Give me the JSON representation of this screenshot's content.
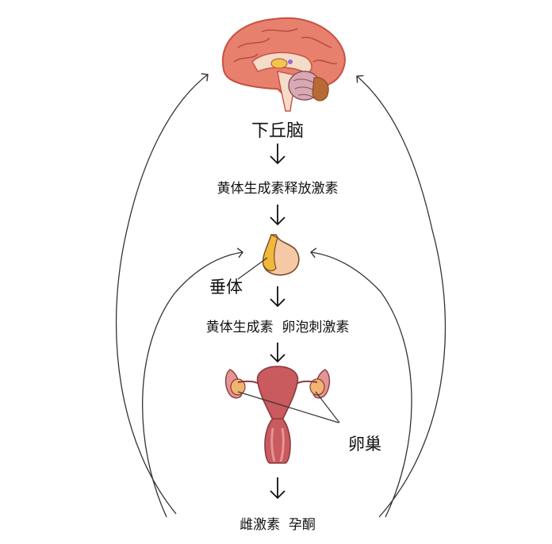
{
  "labels": {
    "hypothalamus": "下丘脑",
    "gnrh": "黄体生成素释放激素",
    "pituitary": "垂体",
    "lh_fsh": "黄体生成素  卵泡刺激素",
    "ovary": "卵巢",
    "estrogen_progesterone": "雌激素  孕酮"
  },
  "colors": {
    "brain": "#e8806e",
    "brain_dark": "#c94f43",
    "pituitary": "#f6c9a6",
    "pituitary_stalk": "#f0b93a",
    "uterus": "#c95a5e",
    "uterus_light": "#e59496",
    "arrow": "#111111",
    "curve": "#333333"
  },
  "icons": [
    "brain-icon",
    "pituitary-icon",
    "uterus-ovaries-icon",
    "arrow-down-icon",
    "feedback-arrow-icon"
  ]
}
